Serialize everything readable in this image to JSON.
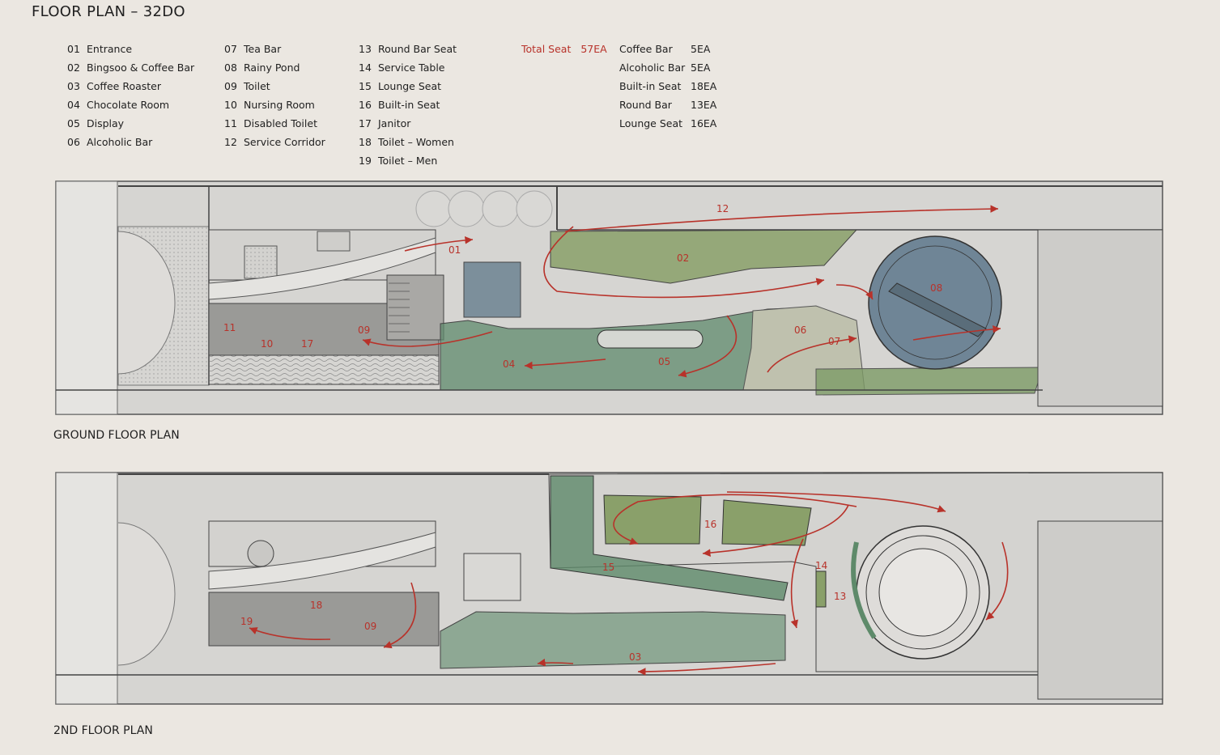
{
  "title": "FLOOR PLAN – 32DO",
  "legend": {
    "col1": [
      {
        "num": "01",
        "label": "Entrance"
      },
      {
        "num": "02",
        "label": "Bingsoo & Coffee Bar"
      },
      {
        "num": "03",
        "label": "Coffee Roaster"
      },
      {
        "num": "04",
        "label": "Chocolate Room"
      },
      {
        "num": "05",
        "label": "Display"
      },
      {
        "num": "06",
        "label": "Alcoholic Bar"
      }
    ],
    "col2": [
      {
        "num": "07",
        "label": "Tea Bar"
      },
      {
        "num": "08",
        "label": "Rainy Pond"
      },
      {
        "num": "09",
        "label": "Toilet"
      },
      {
        "num": "10",
        "label": "Nursing Room"
      },
      {
        "num": "11",
        "label": "Disabled Toilet"
      },
      {
        "num": "12",
        "label": "Service Corridor"
      }
    ],
    "col3": [
      {
        "num": "13",
        "label": "Round Bar Seat"
      },
      {
        "num": "14",
        "label": "Service Table"
      },
      {
        "num": "15",
        "label": "Lounge Seat"
      },
      {
        "num": "16",
        "label": "Built-in Seat"
      },
      {
        "num": "17",
        "label": "Janitor"
      },
      {
        "num": "18",
        "label": "Toilet – Women"
      },
      {
        "num": "19",
        "label": "Toilet – Men"
      }
    ]
  },
  "seats": {
    "total_label": "Total Seat",
    "total_value": "57EA",
    "items": [
      {
        "label": "Coffee Bar",
        "value": "5EA"
      },
      {
        "label": "Alcoholic Bar",
        "value": "5EA"
      },
      {
        "label": "Built-in Seat",
        "value": "18EA"
      },
      {
        "label": "Round Bar",
        "value": "13EA"
      },
      {
        "label": "Lounge Seat",
        "value": "16EA"
      }
    ]
  },
  "ground_plan": {
    "caption": "GROUND FLOOR PLAN",
    "rooms": {
      "r01": "01",
      "r02": "02",
      "r04": "04",
      "r05": "05",
      "r06": "06",
      "r07": "07",
      "r08": "08",
      "r09": "09",
      "r10": "10",
      "r11": "11",
      "r12": "12",
      "r17": "17"
    }
  },
  "second_plan": {
    "caption": "2ND FLOOR PLAN",
    "rooms": {
      "r03": "03",
      "r09": "09",
      "r13": "13",
      "r14": "14",
      "r15": "15",
      "r16": "16",
      "r18": "18",
      "r19": "19"
    }
  },
  "colors": {
    "accent_red": "#b8322a",
    "zone_green": "#7f9a62",
    "zone_dark_green": "#5e8a6a",
    "pond_blue": "#6f8596",
    "wall": "#3a3a3a"
  }
}
